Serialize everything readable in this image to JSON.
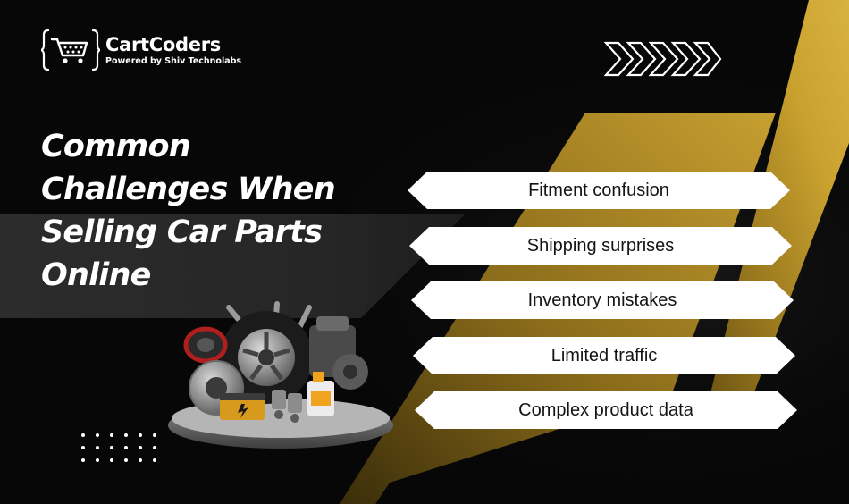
{
  "brand": {
    "name": "CartCoders",
    "tagline": "Powered by Shiv Technolabs",
    "logo_icon": "shopping-cart-icon"
  },
  "headline": {
    "lines": [
      "Common",
      "Challenges When",
      "Selling Car Parts",
      "Online"
    ]
  },
  "challenges": [
    {
      "label": "Fitment confusion"
    },
    {
      "label": "Shipping surprises"
    },
    {
      "label": "Inventory mistakes"
    },
    {
      "label": "Limited traffic"
    },
    {
      "label": "Complex product data"
    }
  ],
  "decor": {
    "chevron_icon": "chevron-arrows-icon",
    "illustration": "car-parts-illustration",
    "dot_grid": "dot-grid-decoration"
  },
  "colors": {
    "background": "#070707",
    "accent_gold": "#c9a12f",
    "band": "#2b2b2b",
    "text_light": "#ffffff",
    "text_dark": "#141414"
  }
}
